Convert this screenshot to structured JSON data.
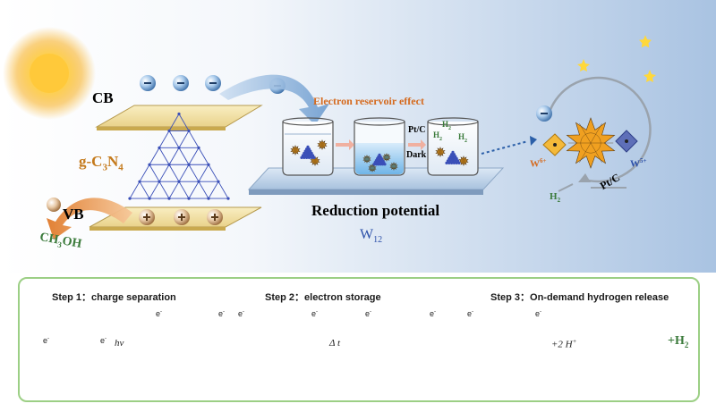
{
  "top": {
    "cb_label": "CB",
    "vb_label": "VB",
    "material_label_pre": "g-C",
    "material_label_sub1": "3",
    "material_label_mid": "N",
    "material_label_sub2": "4",
    "methanol_pre": "CH",
    "methanol_sub": "3",
    "methanol_post": "OH",
    "reservoir_title": "Electron reservoir effect",
    "catalyst_label": "Pt/C",
    "dark_label": "Dark",
    "h2_label_a": "H",
    "h2_sub": "2",
    "reduction_title": "Reduction potential",
    "w12_pre": "W",
    "w12_sub": "12",
    "w6_pre": "W",
    "w6_sup": "6+",
    "w5_pre": "W",
    "w5_sup": "5+",
    "ptc_cycle": "Pt/C",
    "h2_cycle_pre": "H",
    "h2_cycle_sub": "2"
  },
  "steps": [
    {
      "num": "Step 1",
      "sep": "：",
      "text": "charge separation"
    },
    {
      "num": "Step 2",
      "sep": "：",
      "text": "electron storage"
    },
    {
      "num": "Step 3",
      "sep": "：",
      "text": "On-demand hydrogen release"
    }
  ],
  "arrows": {
    "hv": "hν",
    "dt": "Δ t",
    "h_plus": "+2 H",
    "h_plus_sup": "+",
    "h2_out_pre": "+H",
    "h2_out_sub": "2"
  },
  "electron": "e",
  "electron_sup": "-",
  "colors": {
    "sky_left": "#ffffff",
    "sky_right": "#b8cee6",
    "plate": "#f2e3a6",
    "plate_edge": "#b69a4e",
    "accent_orange": "#e07a2a",
    "lattice": "#3a4fb8",
    "cluster_orange": "#f0a020",
    "cluster_blue": "#5cc0e0",
    "panel_border": "#9ccf85",
    "green_text": "#3a7a3a"
  }
}
